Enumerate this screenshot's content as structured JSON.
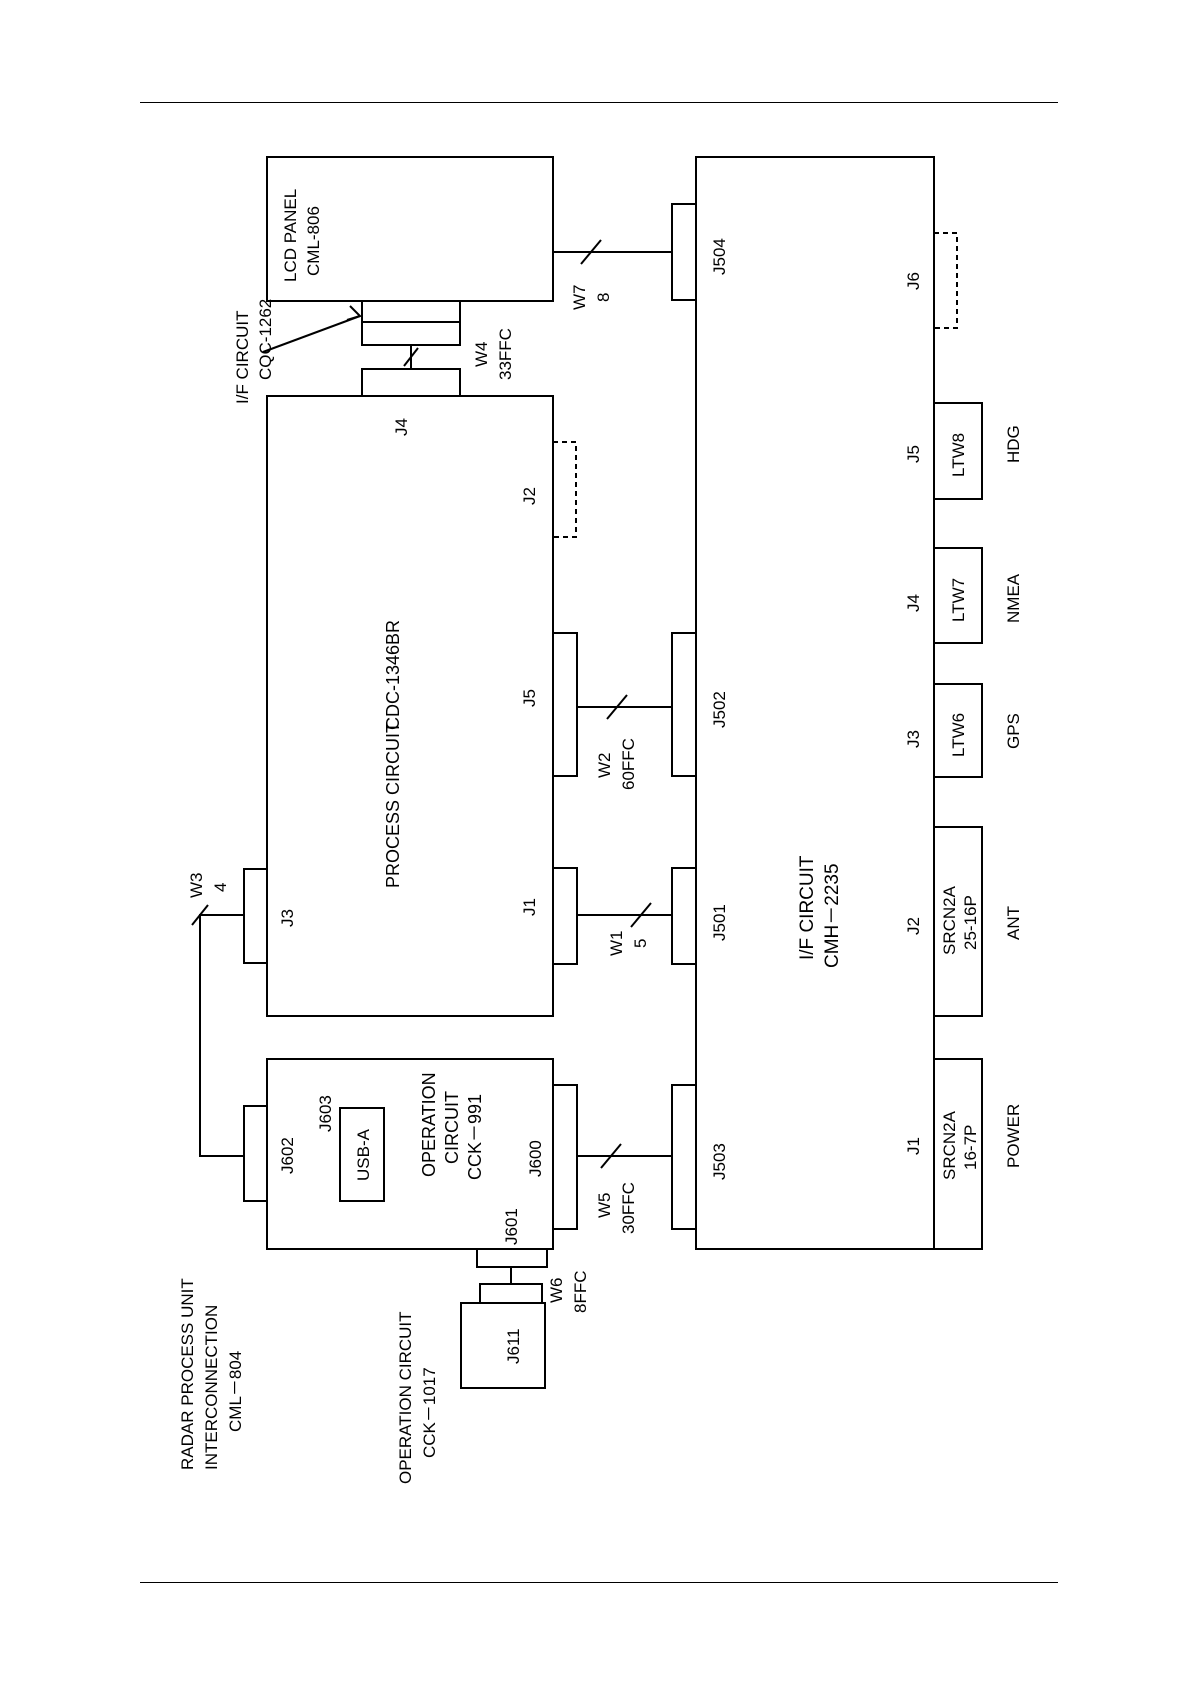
{
  "diagram": {
    "title": {
      "line1": "RADAR PROCESS UNIT",
      "line2": "INTERCONNECTION",
      "line3": "CML－804"
    },
    "blocks": {
      "lcd_panel": {
        "name": "LCD PANEL",
        "part": "CML-806"
      },
      "if_small": {
        "name": "I/F CIRCUIT",
        "part": "CQC-1262"
      },
      "process": {
        "name": "PROCESS CIRCUIT",
        "part": "CDC-1346BR"
      },
      "operation": {
        "line1": "OPERATION",
        "line2": "CIRCUIT",
        "part": "CCK－991"
      },
      "operation2": {
        "name": "OPERATION CIRCUIT",
        "part": "CCK－1017"
      },
      "if_main": {
        "name": "I/F CIRCUIT",
        "part": "CMH－2235"
      }
    },
    "connectors": {
      "j3": "J3",
      "j4": "J4",
      "j2": "J2",
      "j5": "J5",
      "j1": "J1",
      "j602": "J602",
      "j603": "J603",
      "usb": "USB-A",
      "j600": "J600",
      "j601": "J601",
      "j611": "J611",
      "j504": "J504",
      "j502": "J502",
      "j501": "J501",
      "j503": "J503",
      "m_j6": "J6",
      "m_j5": "J5",
      "m_j4": "J4",
      "m_j3": "J3",
      "m_j2": "J2",
      "m_j1": "J1"
    },
    "plugs": {
      "ltw8": "LTW8",
      "ltw7": "LTW7",
      "ltw6": "LTW6",
      "srcn_ant_1": "SRCN2A",
      "srcn_ant_2": "25-16P",
      "srcn_pwr_1": "SRCN2A",
      "srcn_pwr_2": "16-7P"
    },
    "ports": {
      "hdg": "HDG",
      "nmea": "NMEA",
      "gps": "GPS",
      "ant": "ANT",
      "power": "POWER"
    },
    "wires": {
      "w3_name": "W3",
      "w3_count": "4",
      "w4_name": "W4",
      "w4_count": "33FFC",
      "w7_name": "W7",
      "w7_count": "8",
      "w2_name": "W2",
      "w2_count": "60FFC",
      "w1_name": "W1",
      "w1_count": "5",
      "w5_name": "W5",
      "w5_count": "30FFC",
      "w6_name": "W6",
      "w6_count": "8FFC"
    }
  }
}
